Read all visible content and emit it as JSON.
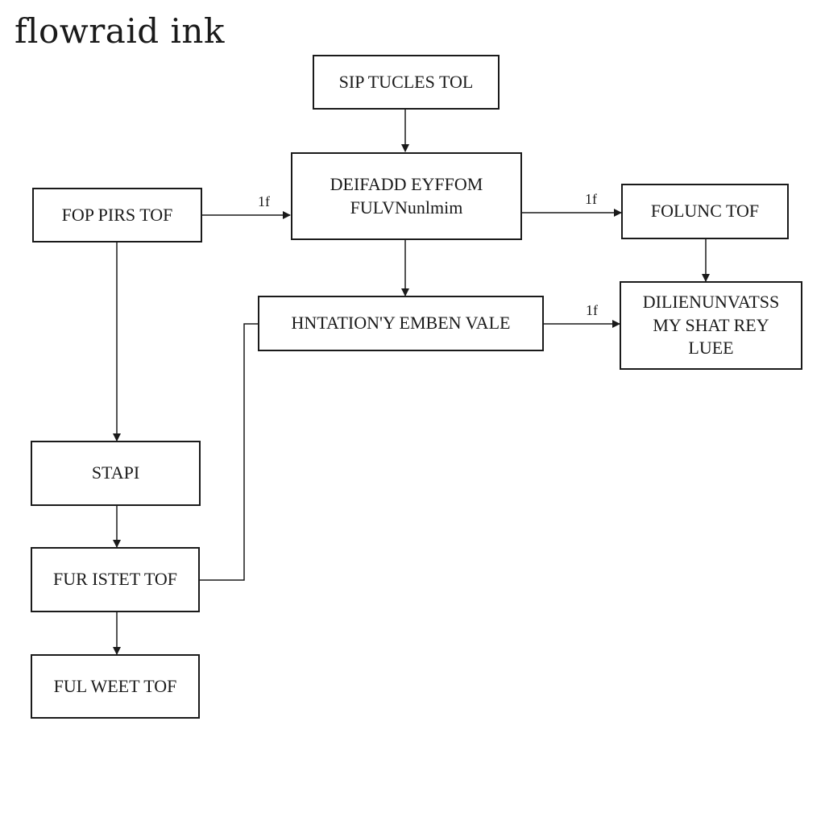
{
  "title": "flowraid ink",
  "colors": {
    "stroke": "#1a1a1a",
    "background": "#ffffff"
  },
  "nodes": {
    "top": "SIP TUCLES TOL",
    "center": "DEIFADD EYFFOM\nFULVNunlmim",
    "left": "FOP PIRS TOF",
    "right_top": "FOLUNC TOF",
    "middle": "HNTATION'Y EMBEN VALE",
    "right_bottom": "DILIENUNVATSS\nMY SHAT REY\nLUEE",
    "stap": "STAPI",
    "fur": "FUR ISTET TOF",
    "ful": "FUL WEET TOF"
  },
  "edge_labels": {
    "left_to_center": "1f",
    "center_to_right": "1f",
    "middle_to_right": "1f"
  }
}
